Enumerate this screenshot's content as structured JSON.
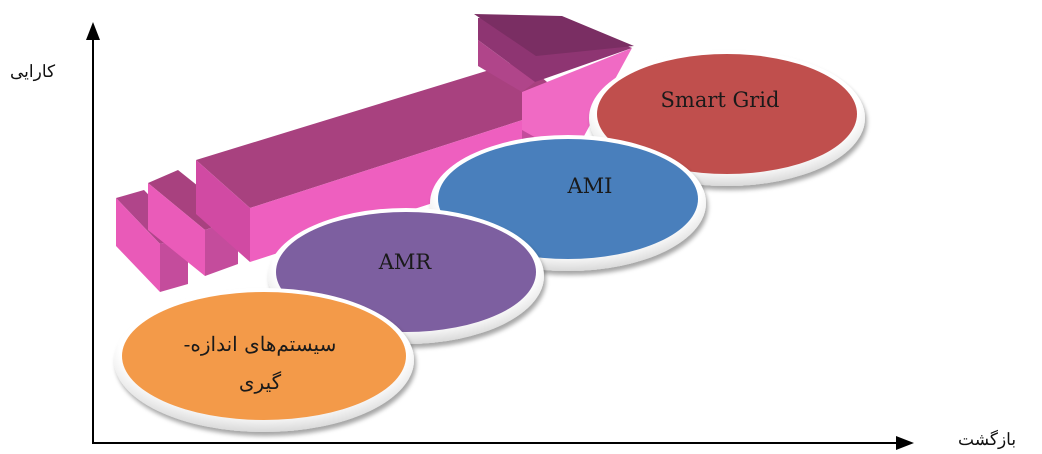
{
  "axes": {
    "y_label": "کارایی",
    "x_label": "بازگشت"
  },
  "stages": [
    {
      "label": "سیستم‌های اندازه-\nگیری",
      "color": "#f39a4a"
    },
    {
      "label": "AMR",
      "color": "#7d5ea0"
    },
    {
      "label": "AMI",
      "color": "#4a7fbc"
    },
    {
      "label": "Smart Grid",
      "color": "#c0504d"
    }
  ],
  "arrow": {
    "color_front": "#ee5fbf",
    "color_top": "#a8417f",
    "color_side": "#8e3572"
  }
}
